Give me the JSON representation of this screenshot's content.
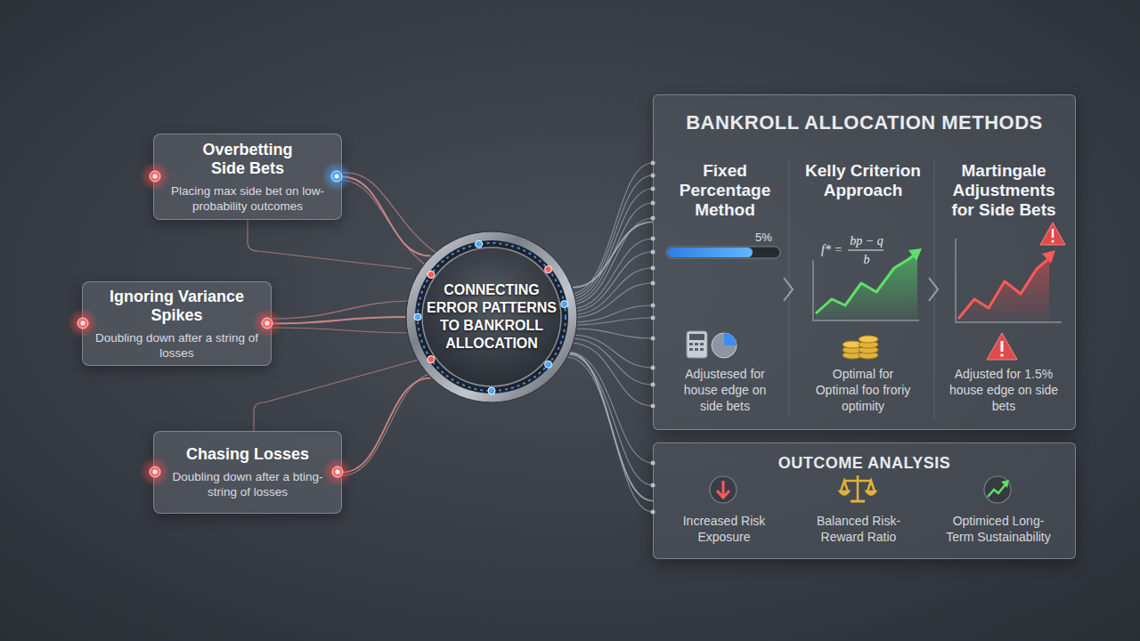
{
  "diagram": {
    "nodes": [
      {
        "text": [
          "Overbetting Side Bets",
          "Placing max side bet on low-probability outcomes"
        ]
      },
      {
        "text": [
          "Ignoring Variance Spikes",
          "Doubling down after a string of losses"
        ]
      },
      {
        "text": [
          "Chasing Losses",
          "Doubling down after a bting-string of losses"
        ]
      },
      {
        "text": [
          "CONNECTING ERROR PATTERNS TO BANKROLL ALLOCATION"
        ]
      },
      {
        "text": [
          "BANKROLL ALLOCATION METHODS"
        ]
      },
      {
        "text": [
          "Fixed Percentage Method",
          "5%",
          "Adjustesed for house edge on side bets"
        ],
        "in": 4
      },
      {
        "text": [
          "Kelly Criterion Approach",
          "f* =",
          "bp − q",
          "b",
          "Optimal for Optimal foo froriy optimity"
        ],
        "in": 4
      },
      {
        "text": [
          "Martingale Adjustments for Side Bets",
          "Adjusted for 1.5% house edge on side bets"
        ],
        "in": 4
      },
      {
        "text": [
          "OUTCOME ANALYSIS",
          "Increased Risk Exposure",
          "Balanced Risk-Reward Ratio",
          "Optimiced Long-Term Sustainability"
        ]
      }
    ],
    "edges": [
      {
        "from": 0,
        "to": 3,
        "arrow": "none"
      },
      {
        "from": 1,
        "to": 3,
        "arrow": "none"
      },
      {
        "from": 2,
        "to": 3,
        "arrow": "none"
      },
      {
        "from": 3,
        "to": 4,
        "arrow": "none"
      },
      {
        "from": 3,
        "to": 8,
        "arrow": "none"
      }
    ]
  }
}
